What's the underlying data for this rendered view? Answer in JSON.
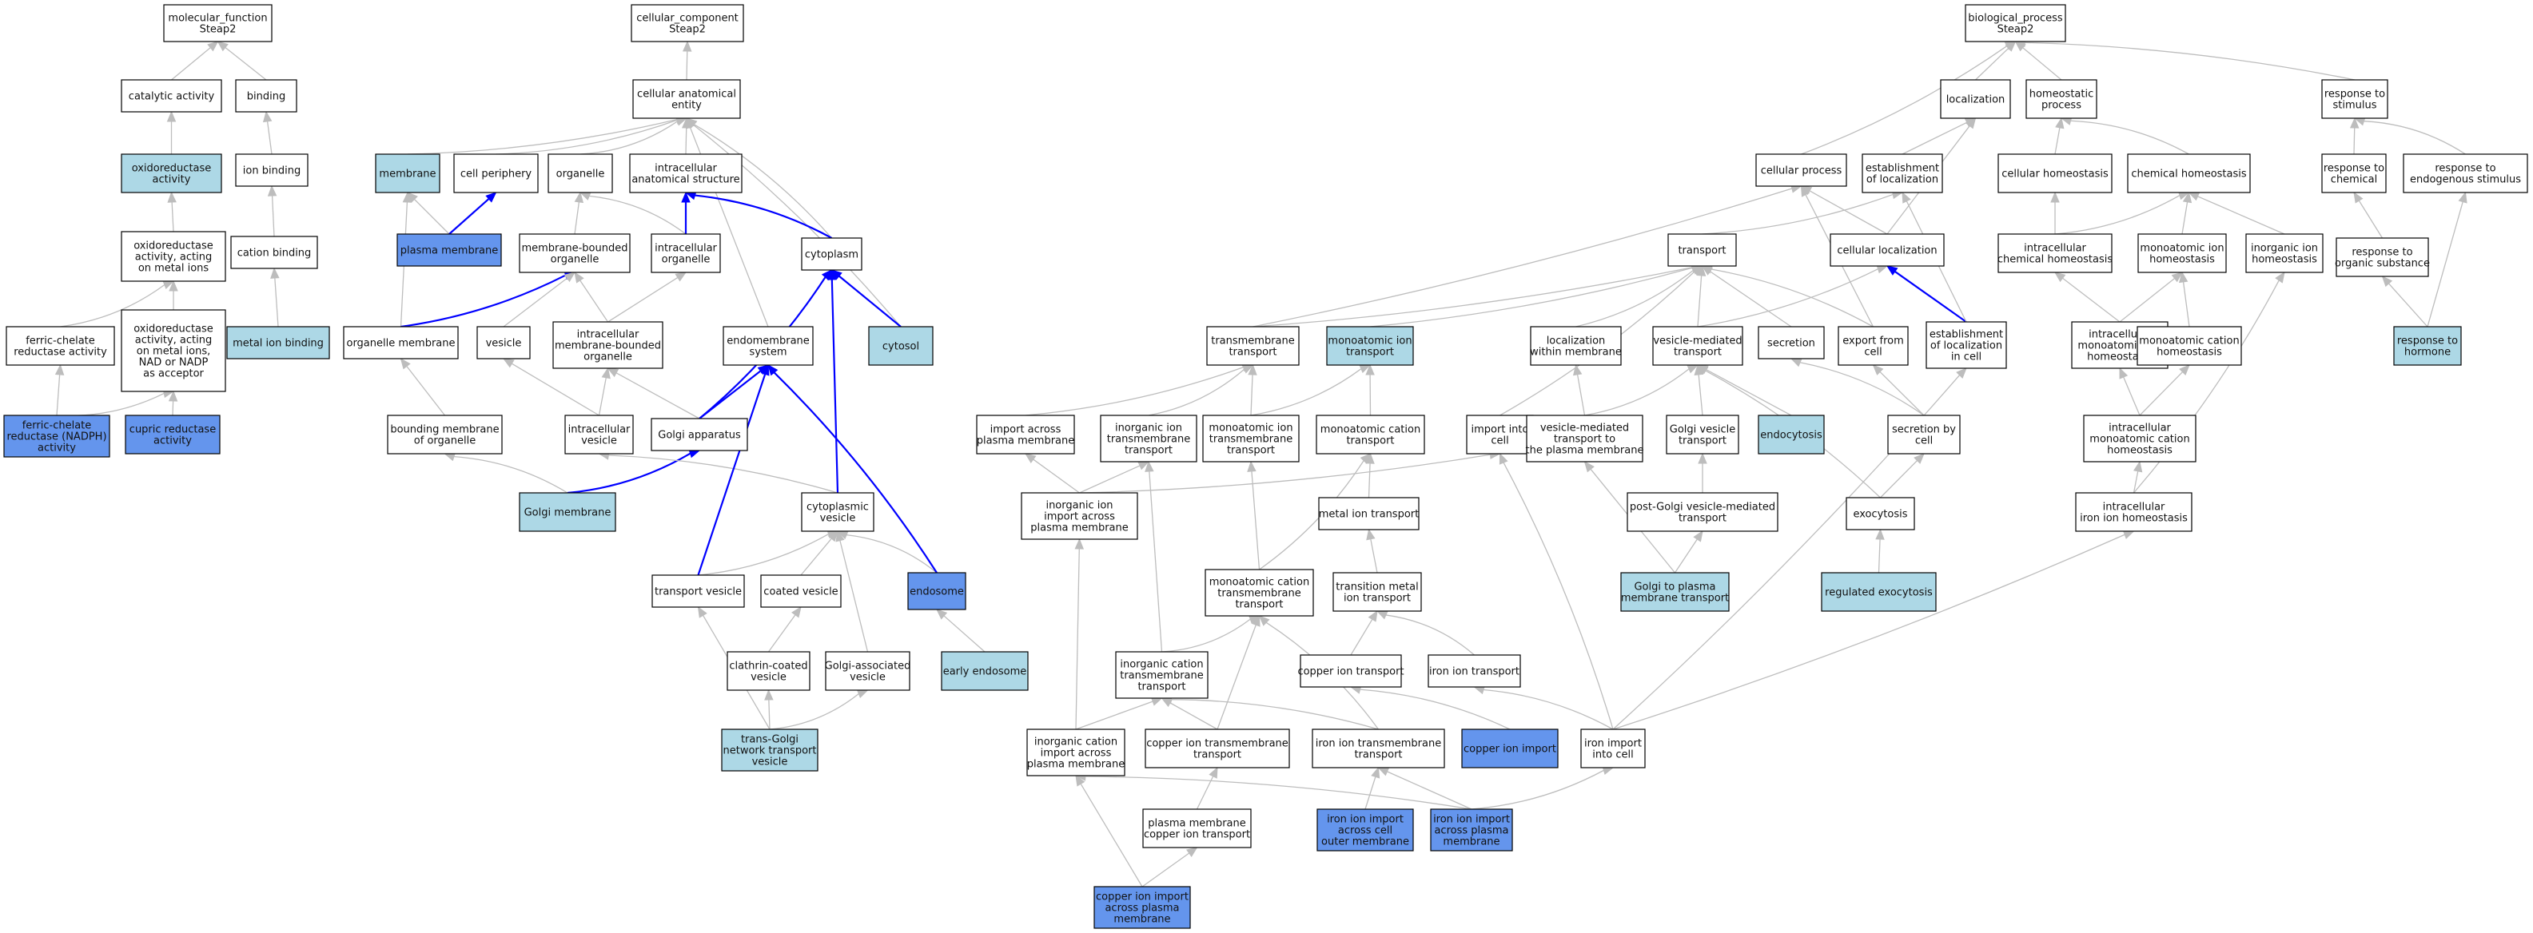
{
  "colors": {
    "plain": "#ffffff",
    "light": "#add8e6",
    "dark": "#6495ed",
    "edge_gray": "#bdbdbd",
    "edge_blue": "#0000ff",
    "border": "#000000"
  },
  "nodes": [
    {
      "id": "mf",
      "label": "molecular_function\nSteap2",
      "fill": "plain"
    },
    {
      "id": "catalytic",
      "label": "catalytic activity",
      "fill": "plain"
    },
    {
      "id": "binding",
      "label": "binding",
      "fill": "plain"
    },
    {
      "id": "oxred",
      "label": "oxidoreductase\nactivity",
      "fill": "light"
    },
    {
      "id": "ionbind",
      "label": "ion binding",
      "fill": "plain"
    },
    {
      "id": "oxmetal",
      "label": "oxidoreductase\nactivity, acting\non metal ions",
      "fill": "plain"
    },
    {
      "id": "cationbind",
      "label": "cation binding",
      "fill": "plain"
    },
    {
      "id": "oxnad",
      "label": "oxidoreductase\nactivity, acting\non metal ions,\nNAD or NADP\nas acceptor",
      "fill": "plain"
    },
    {
      "id": "ferric",
      "label": "ferric-chelate\nreductase activity",
      "fill": "plain"
    },
    {
      "id": "metalion",
      "label": "metal ion binding",
      "fill": "light"
    },
    {
      "id": "ferricnadph",
      "label": "ferric-chelate\nreductase (NADPH)\nactivity",
      "fill": "dark"
    },
    {
      "id": "cupric",
      "label": "cupric reductase\nactivity",
      "fill": "dark"
    },
    {
      "id": "cc",
      "label": "cellular_component\nSteap2",
      "fill": "plain"
    },
    {
      "id": "cae",
      "label": "cellular anatomical\nentity",
      "fill": "plain"
    },
    {
      "id": "membrane",
      "label": "membrane",
      "fill": "light"
    },
    {
      "id": "periphery",
      "label": "cell periphery",
      "fill": "plain"
    },
    {
      "id": "organelle",
      "label": "organelle",
      "fill": "plain"
    },
    {
      "id": "ias",
      "label": "intracellular\nanatomical structure",
      "fill": "plain"
    },
    {
      "id": "plasmamem",
      "label": "plasma membrane",
      "fill": "dark"
    },
    {
      "id": "mbo",
      "label": "membrane-bounded\norganelle",
      "fill": "plain"
    },
    {
      "id": "intorg",
      "label": "intracellular\norganelle",
      "fill": "plain"
    },
    {
      "id": "cytoplasm",
      "label": "cytoplasm",
      "fill": "plain"
    },
    {
      "id": "orgmem",
      "label": "organelle membrane",
      "fill": "plain"
    },
    {
      "id": "vesicle",
      "label": "vesicle",
      "fill": "plain"
    },
    {
      "id": "imbo",
      "label": "intracellular\nmembrane-bounded\norganelle",
      "fill": "plain"
    },
    {
      "id": "endosys",
      "label": "endomembrane\nsystem",
      "fill": "plain"
    },
    {
      "id": "cytosol",
      "label": "cytosol",
      "fill": "light"
    },
    {
      "id": "bmo",
      "label": "bounding membrane\nof organelle",
      "fill": "plain"
    },
    {
      "id": "intves",
      "label": "intracellular\nvesicle",
      "fill": "plain"
    },
    {
      "id": "golgi",
      "label": "Golgi apparatus",
      "fill": "plain"
    },
    {
      "id": "golgimem",
      "label": "Golgi membrane",
      "fill": "light"
    },
    {
      "id": "cytoves",
      "label": "cytoplasmic\nvesicle",
      "fill": "plain"
    },
    {
      "id": "transves",
      "label": "transport vesicle",
      "fill": "plain"
    },
    {
      "id": "coatedves",
      "label": "coated vesicle",
      "fill": "plain"
    },
    {
      "id": "endosome",
      "label": "endosome",
      "fill": "dark"
    },
    {
      "id": "clathrin",
      "label": "clathrin-coated\nvesicle",
      "fill": "plain"
    },
    {
      "id": "golgiassoc",
      "label": "Golgi-associated\nvesicle",
      "fill": "plain"
    },
    {
      "id": "earlyendo",
      "label": "early endosome",
      "fill": "light"
    },
    {
      "id": "tgn",
      "label": "trans-Golgi\nnetwork transport\nvesicle",
      "fill": "light"
    },
    {
      "id": "bp",
      "label": "biological_process\nSteap2",
      "fill": "plain"
    },
    {
      "id": "localization",
      "label": "localization",
      "fill": "plain"
    },
    {
      "id": "homeoproc",
      "label": "homeostatic\nprocess",
      "fill": "plain"
    },
    {
      "id": "respstim",
      "label": "response to\nstimulus",
      "fill": "plain"
    },
    {
      "id": "cellproc",
      "label": "cellular process",
      "fill": "plain"
    },
    {
      "id": "estloc",
      "label": "establishment\nof localization",
      "fill": "plain"
    },
    {
      "id": "cellhomeo",
      "label": "cellular homeostasis",
      "fill": "plain"
    },
    {
      "id": "chemhomeo",
      "label": "chemical homeostasis",
      "fill": "plain"
    },
    {
      "id": "respchem",
      "label": "response to\nchemical",
      "fill": "plain"
    },
    {
      "id": "respendo",
      "label": "response to\nendogenous stimulus",
      "fill": "plain"
    },
    {
      "id": "transport",
      "label": "transport",
      "fill": "plain"
    },
    {
      "id": "cellloc",
      "label": "cellular localization",
      "fill": "plain"
    },
    {
      "id": "intchemhomeo",
      "label": "intracellular\nchemical homeostasis",
      "fill": "plain"
    },
    {
      "id": "monoionhomeo",
      "label": "monoatomic ion\nhomeostasis",
      "fill": "plain"
    },
    {
      "id": "inorgionhomeo",
      "label": "inorganic ion\nhomeostasis",
      "fill": "plain"
    },
    {
      "id": "resporgsub",
      "label": "response to\norganic substance",
      "fill": "plain"
    },
    {
      "id": "tmtransport",
      "label": "transmembrane\ntransport",
      "fill": "plain"
    },
    {
      "id": "monoiontransport",
      "label": "monoatomic ion\ntransport",
      "fill": "light"
    },
    {
      "id": "locwithinmem",
      "label": "localization\nwithin membrane",
      "fill": "plain"
    },
    {
      "id": "vesmedtrans",
      "label": "vesicle-mediated\ntransport",
      "fill": "plain"
    },
    {
      "id": "secretion",
      "label": "secretion",
      "fill": "plain"
    },
    {
      "id": "exportcell",
      "label": "export from\ncell",
      "fill": "plain"
    },
    {
      "id": "estloccell",
      "label": "establishment\nof localization\nin cell",
      "fill": "plain"
    },
    {
      "id": "intmonoionhomeo",
      "label": "intracellular\nmonoatomic ion\nhomeostasis",
      "fill": "plain"
    },
    {
      "id": "monocathomeo",
      "label": "monoatomic cation\nhomeostasis",
      "fill": "plain"
    },
    {
      "id": "resphormone",
      "label": "response to\nhormone",
      "fill": "light"
    },
    {
      "id": "importacross",
      "label": "import across\nplasma membrane",
      "fill": "plain"
    },
    {
      "id": "inorgiontm",
      "label": "inorganic ion\ntransmembrane\ntransport",
      "fill": "plain"
    },
    {
      "id": "monoiontm",
      "label": "monoatomic ion\ntransmembrane\ntransport",
      "fill": "plain"
    },
    {
      "id": "monocattrans",
      "label": "monoatomic cation\ntransport",
      "fill": "plain"
    },
    {
      "id": "importinto",
      "label": "import into\ncell",
      "fill": "plain"
    },
    {
      "id": "vesmedplasma",
      "label": "vesicle-mediated\ntransport to\nthe plasma membrane",
      "fill": "plain"
    },
    {
      "id": "golgives",
      "label": "Golgi vesicle\ntransport",
      "fill": "plain"
    },
    {
      "id": "endocytosis",
      "label": "endocytosis",
      "fill": "light"
    },
    {
      "id": "secbycell",
      "label": "secretion by\ncell",
      "fill": "plain"
    },
    {
      "id": "intmonocathomeo",
      "label": "intracellular\nmonoatomic cation\nhomeostasis",
      "fill": "plain"
    },
    {
      "id": "inorgionimport",
      "label": "inorganic ion\nimport across\nplasma membrane",
      "fill": "plain"
    },
    {
      "id": "metaliontrans",
      "label": "metal ion transport",
      "fill": "plain"
    },
    {
      "id": "postgolgi",
      "label": "post-Golgi vesicle-mediated\ntransport",
      "fill": "plain"
    },
    {
      "id": "exocytosis",
      "label": "exocytosis",
      "fill": "plain"
    },
    {
      "id": "intironhomeo",
      "label": "intracellular\niron ion homeostasis",
      "fill": "plain"
    },
    {
      "id": "monocattm",
      "label": "monoatomic cation\ntransmembrane\ntransport",
      "fill": "plain"
    },
    {
      "id": "transmetal",
      "label": "transition metal\nion transport",
      "fill": "plain"
    },
    {
      "id": "golgitoplasma",
      "label": "Golgi to plasma\nmembrane transport",
      "fill": "light"
    },
    {
      "id": "regexo",
      "label": "regulated exocytosis",
      "fill": "light"
    },
    {
      "id": "inorgcattm",
      "label": "inorganic cation\ntransmembrane\ntransport",
      "fill": "plain"
    },
    {
      "id": "coppertrans",
      "label": "copper ion transport",
      "fill": "plain"
    },
    {
      "id": "irontrans",
      "label": "iron ion transport",
      "fill": "plain"
    },
    {
      "id": "inorgcatimport",
      "label": "inorganic cation\nimport across\nplasma membrane",
      "fill": "plain"
    },
    {
      "id": "coppertm",
      "label": "copper ion transmembrane\ntransport",
      "fill": "plain"
    },
    {
      "id": "irontm",
      "label": "iron ion transmembrane\ntransport",
      "fill": "plain"
    },
    {
      "id": "copperimport",
      "label": "copper ion import",
      "fill": "dark"
    },
    {
      "id": "ironimport",
      "label": "iron import\ninto cell",
      "fill": "plain"
    },
    {
      "id": "pmcopper",
      "label": "plasma membrane\ncopper ion transport",
      "fill": "plain"
    },
    {
      "id": "ironouter",
      "label": "iron ion import\nacross cell\nouter membrane",
      "fill": "dark"
    },
    {
      "id": "ironacross",
      "label": "iron ion import\nacross plasma\nmembrane",
      "fill": "dark"
    },
    {
      "id": "copperacross",
      "label": "copper ion import\nacross plasma\nmembrane",
      "fill": "dark"
    }
  ],
  "edges": [
    [
      "catalytic",
      "mf",
      "gray"
    ],
    [
      "binding",
      "mf",
      "gray"
    ],
    [
      "oxred",
      "catalytic",
      "gray"
    ],
    [
      "ionbind",
      "binding",
      "gray"
    ],
    [
      "oxmetal",
      "oxred",
      "gray"
    ],
    [
      "cationbind",
      "ionbind",
      "gray"
    ],
    [
      "oxnad",
      "oxmetal",
      "gray"
    ],
    [
      "ferric",
      "oxmetal",
      "gray"
    ],
    [
      "metalion",
      "cationbind",
      "gray"
    ],
    [
      "ferricnadph",
      "ferric",
      "gray"
    ],
    [
      "ferricnadph",
      "oxnad",
      "gray"
    ],
    [
      "cupric",
      "oxnad",
      "gray"
    ],
    [
      "cae",
      "cc",
      "gray"
    ],
    [
      "membrane",
      "cae",
      "gray"
    ],
    [
      "periphery",
      "cae",
      "gray"
    ],
    [
      "organelle",
      "cae",
      "gray"
    ],
    [
      "ias",
      "cae",
      "gray"
    ],
    [
      "cytoplasm",
      "cae",
      "gray"
    ],
    [
      "cytosol",
      "cae",
      "gray"
    ],
    [
      "endosys",
      "cae",
      "gray"
    ],
    [
      "plasmamem",
      "membrane",
      "gray"
    ],
    [
      "plasmamem",
      "periphery",
      "blue"
    ],
    [
      "mbo",
      "organelle",
      "gray"
    ],
    [
      "intorg",
      "organelle",
      "gray"
    ],
    [
      "intorg",
      "ias",
      "blue"
    ],
    [
      "cytoplasm",
      "ias",
      "blue"
    ],
    [
      "orgmem",
      "membrane",
      "gray"
    ],
    [
      "orgmem",
      "mbo",
      "blue"
    ],
    [
      "vesicle",
      "mbo",
      "gray"
    ],
    [
      "imbo",
      "mbo",
      "gray"
    ],
    [
      "imbo",
      "intorg",
      "gray"
    ],
    [
      "cytosol",
      "cytoplasm",
      "blue"
    ],
    [
      "bmo",
      "orgmem",
      "gray"
    ],
    [
      "intves",
      "vesicle",
      "gray"
    ],
    [
      "intves",
      "imbo",
      "gray"
    ],
    [
      "golgi",
      "imbo",
      "gray"
    ],
    [
      "golgi",
      "cytoplasm",
      "blue"
    ],
    [
      "golgi",
      "endosys",
      "blue"
    ],
    [
      "golgimem",
      "bmo",
      "gray"
    ],
    [
      "golgimem",
      "golgi",
      "blue"
    ],
    [
      "cytoves",
      "intves",
      "gray"
    ],
    [
      "cytoves",
      "cytoplasm",
      "blue"
    ],
    [
      "transves",
      "cytoves",
      "gray"
    ],
    [
      "transves",
      "endosys",
      "blue"
    ],
    [
      "coatedves",
      "cytoves",
      "gray"
    ],
    [
      "endosome",
      "cytoves",
      "gray"
    ],
    [
      "endosome",
      "endosys",
      "blue"
    ],
    [
      "clathrin",
      "coatedves",
      "gray"
    ],
    [
      "golgiassoc",
      "cytoves",
      "gray"
    ],
    [
      "earlyendo",
      "endosome",
      "gray"
    ],
    [
      "tgn",
      "clathrin",
      "gray"
    ],
    [
      "tgn",
      "golgiassoc",
      "gray"
    ],
    [
      "tgn",
      "transves",
      "gray"
    ],
    [
      "localization",
      "bp",
      "gray"
    ],
    [
      "homeoproc",
      "bp",
      "gray"
    ],
    [
      "respstim",
      "bp",
      "gray"
    ],
    [
      "cellproc",
      "bp",
      "gray"
    ],
    [
      "estloc",
      "localization",
      "gray"
    ],
    [
      "cellhomeo",
      "homeoproc",
      "gray"
    ],
    [
      "chemhomeo",
      "homeoproc",
      "gray"
    ],
    [
      "respchem",
      "respstim",
      "gray"
    ],
    [
      "respendo",
      "respstim",
      "gray"
    ],
    [
      "transport",
      "estloc",
      "gray"
    ],
    [
      "cellloc",
      "localization",
      "gray"
    ],
    [
      "cellloc",
      "cellproc",
      "gray"
    ],
    [
      "intchemhomeo",
      "chemhomeo",
      "gray"
    ],
    [
      "intchemhomeo",
      "cellhomeo",
      "gray"
    ],
    [
      "monoionhomeo",
      "chemhomeo",
      "gray"
    ],
    [
      "inorgionhomeo",
      "chemhomeo",
      "gray"
    ],
    [
      "resporgsub",
      "respchem",
      "gray"
    ],
    [
      "tmtransport",
      "transport",
      "gray"
    ],
    [
      "tmtransport",
      "cellproc",
      "gray"
    ],
    [
      "monoiontransport",
      "transport",
      "gray"
    ],
    [
      "locwithinmem",
      "transport",
      "gray"
    ],
    [
      "vesmedtrans",
      "transport",
      "gray"
    ],
    [
      "vesmedtrans",
      "cellloc",
      "gray"
    ],
    [
      "secretion",
      "transport",
      "gray"
    ],
    [
      "exportcell",
      "transport",
      "gray"
    ],
    [
      "exportcell",
      "cellproc",
      "gray"
    ],
    [
      "estloccell",
      "cellloc",
      "blue"
    ],
    [
      "estloccell",
      "estloc",
      "gray"
    ],
    [
      "intmonoionhomeo",
      "intchemhomeo",
      "gray"
    ],
    [
      "intmonoionhomeo",
      "monoionhomeo",
      "gray"
    ],
    [
      "monocathomeo",
      "monoionhomeo",
      "gray"
    ],
    [
      "resphormone",
      "resporgsub",
      "gray"
    ],
    [
      "resphormone",
      "respendo",
      "gray"
    ],
    [
      "importacross",
      "tmtransport",
      "gray"
    ],
    [
      "inorgiontm",
      "tmtransport",
      "gray"
    ],
    [
      "monoiontm",
      "tmtransport",
      "gray"
    ],
    [
      "monoiontm",
      "monoiontransport",
      "gray"
    ],
    [
      "monocattrans",
      "monoiontransport",
      "gray"
    ],
    [
      "importinto",
      "transport",
      "gray"
    ],
    [
      "vesmedplasma",
      "locwithinmem",
      "gray"
    ],
    [
      "vesmedplasma",
      "vesmedtrans",
      "gray"
    ],
    [
      "golgives",
      "vesmedtrans",
      "gray"
    ],
    [
      "endocytosis",
      "vesmedtrans",
      "gray"
    ],
    [
      "secbycell",
      "secretion",
      "gray"
    ],
    [
      "secbycell",
      "exportcell",
      "gray"
    ],
    [
      "intmonocathomeo",
      "intmonoionhomeo",
      "gray"
    ],
    [
      "intmonocathomeo",
      "monocathomeo",
      "gray"
    ],
    [
      "inorgionimport",
      "importacross",
      "gray"
    ],
    [
      "inorgionimport",
      "inorgiontm",
      "gray"
    ],
    [
      "inorgionimport",
      "importinto",
      "gray"
    ],
    [
      "metaliontrans",
      "monocattrans",
      "gray"
    ],
    [
      "postgolgi",
      "golgives",
      "gray"
    ],
    [
      "exocytosis",
      "secbycell",
      "gray"
    ],
    [
      "exocytosis",
      "vesmedtrans",
      "gray"
    ],
    [
      "intironhomeo",
      "intmonocathomeo",
      "gray"
    ],
    [
      "intironhomeo",
      "inorgionhomeo",
      "gray"
    ],
    [
      "monocattm",
      "monoiontm",
      "gray"
    ],
    [
      "monocattm",
      "monocattrans",
      "gray"
    ],
    [
      "transmetal",
      "metaliontrans",
      "gray"
    ],
    [
      "golgitoplasma",
      "vesmedplasma",
      "gray"
    ],
    [
      "golgitoplasma",
      "postgolgi",
      "gray"
    ],
    [
      "regexo",
      "exocytosis",
      "gray"
    ],
    [
      "inorgcattm",
      "inorgiontm",
      "gray"
    ],
    [
      "inorgcattm",
      "monocattm",
      "gray"
    ],
    [
      "coppertrans",
      "transmetal",
      "gray"
    ],
    [
      "irontrans",
      "transmetal",
      "gray"
    ],
    [
      "inorgcatimport",
      "inorgionimport",
      "gray"
    ],
    [
      "inorgcatimport",
      "inorgcattm",
      "gray"
    ],
    [
      "coppertm",
      "inorgcattm",
      "gray"
    ],
    [
      "coppertm",
      "monocattm",
      "gray"
    ],
    [
      "irontm",
      "inorgcattm",
      "gray"
    ],
    [
      "irontm",
      "monocattm",
      "gray"
    ],
    [
      "copperimport",
      "coppertrans",
      "gray"
    ],
    [
      "ironimport",
      "irontrans",
      "gray"
    ],
    [
      "ironimport",
      "importinto",
      "gray"
    ],
    [
      "ironimport",
      "estloccell",
      "gray"
    ],
    [
      "ironimport",
      "intironhomeo",
      "gray"
    ],
    [
      "pmcopper",
      "coppertm",
      "gray"
    ],
    [
      "ironouter",
      "irontm",
      "gray"
    ],
    [
      "ironacross",
      "irontm",
      "gray"
    ],
    [
      "ironacross",
      "inorgcatimport",
      "gray"
    ],
    [
      "ironacross",
      "ironimport",
      "gray"
    ],
    [
      "copperacross",
      "pmcopper",
      "gray"
    ],
    [
      "copperacross",
      "inorgcatimport",
      "gray"
    ]
  ]
}
